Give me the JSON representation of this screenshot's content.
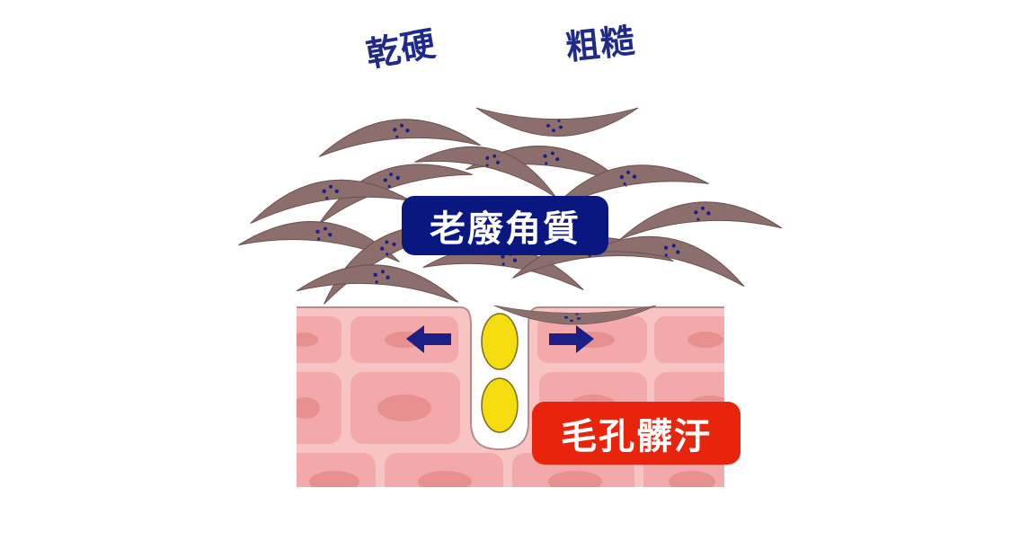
{
  "words": {
    "dry": "乾硬",
    "rough": "粗糙"
  },
  "labels": {
    "old_keratin": "老廢角質",
    "pore_dirt": "毛孔髒汙"
  },
  "colors": {
    "word_text": "#1f2a8a",
    "keratin_flake": "#8c6f6d",
    "keratin_label_bg": "#0b1780",
    "pore_label_bg": "#e8250c",
    "skin_cell": "#f3a9a9",
    "skin_nucleus": "#e89090",
    "sebum_plug": "#f5dc0f",
    "arrow": "#1c1f86"
  }
}
